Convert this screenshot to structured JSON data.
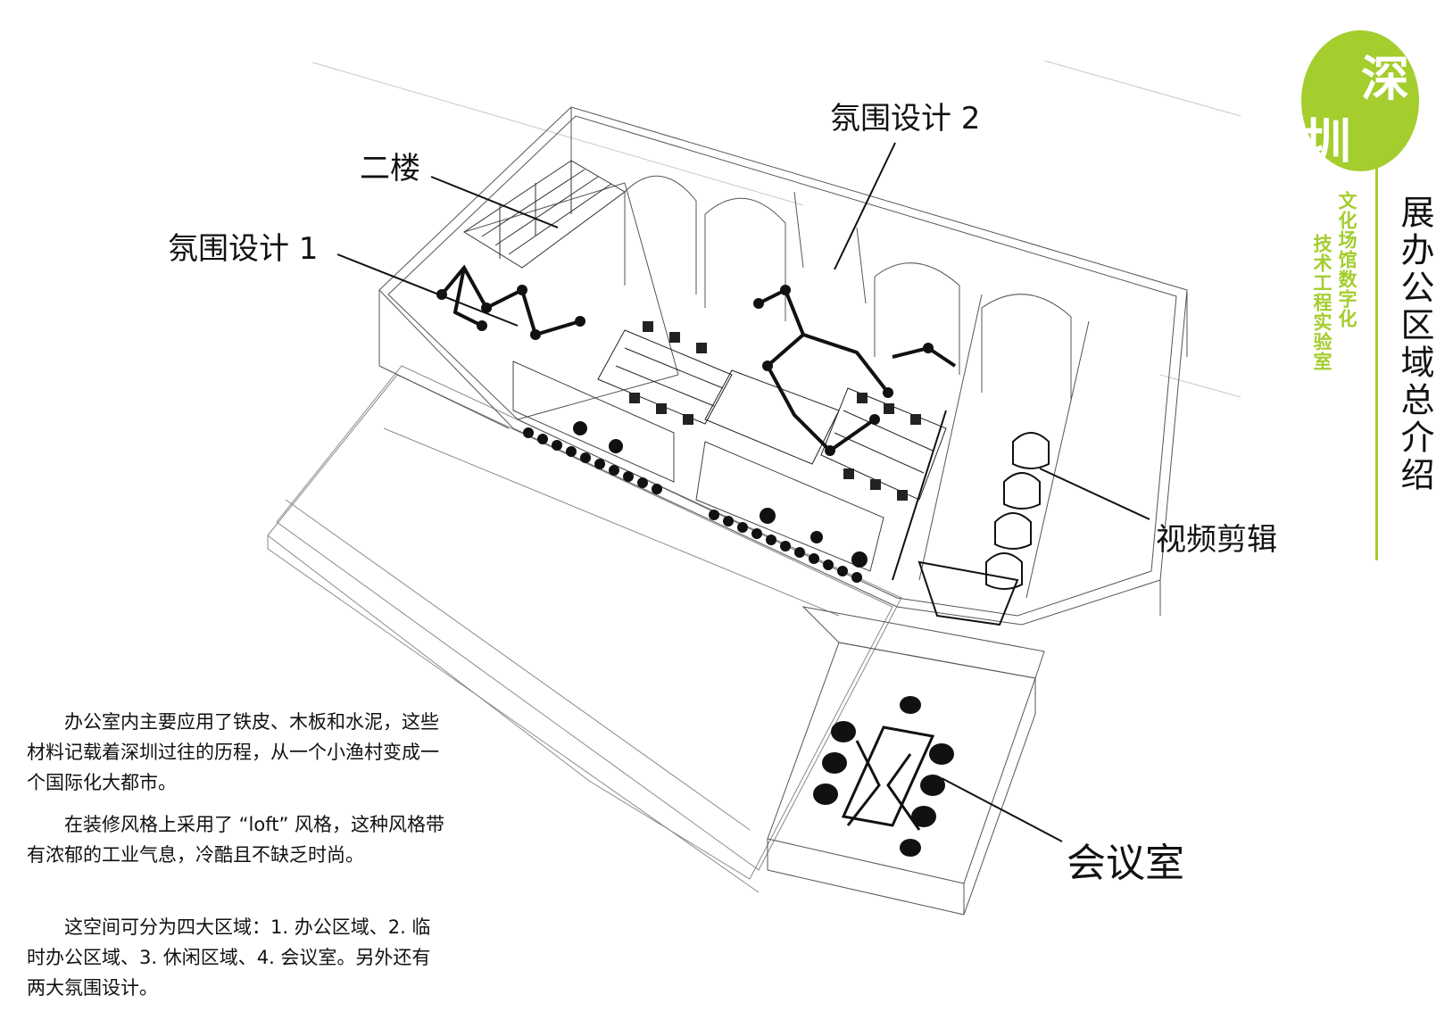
{
  "brand": {
    "char_top": "深",
    "char_bottom": "圳",
    "subtitle_col1": "文化场馆数字化",
    "subtitle_col2": "技术工程实验室",
    "accent_color": "#a4cd2e"
  },
  "panel_title": "展办公区域总介绍",
  "callouts": {
    "atmosphere_1": "氛围设计 1",
    "second_floor": "二楼",
    "atmosphere_2": "氛围设计 2",
    "video_editing": "视频剪辑",
    "meeting_room": "会议室"
  },
  "description": [
    "办公室内主要应用了铁皮、木板和水泥，这些材料记载着深圳过往的历程，从一个小渔村变成一个国际化大都市。",
    "在装修风格上采用了 “loft” 风格，这种风格带有浓郁的工业气息，冷酷且不缺乏时尚。",
    "这空间可分为四大区域：1. 办公区域、2. 临时办公区域、3. 休闲区域、4. 会议室。另外还有两大氛围设计。"
  ]
}
